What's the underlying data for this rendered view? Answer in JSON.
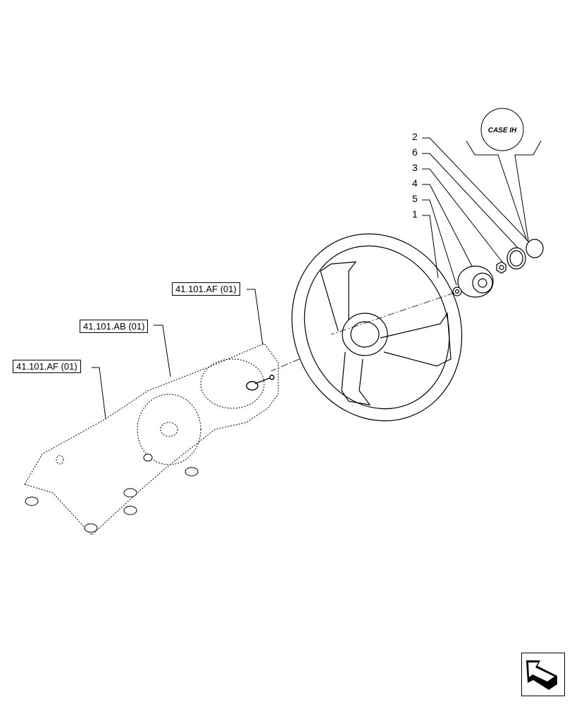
{
  "diagram": {
    "type": "exploded-parts-view",
    "subject": "steering wheel assembly",
    "logo_badge": {
      "text": "CASE IH"
    },
    "callouts": [
      {
        "number": "2",
        "part": "emblem cap"
      },
      {
        "number": "6",
        "part": "ring"
      },
      {
        "number": "3",
        "part": "nut"
      },
      {
        "number": "4",
        "part": "hub cover"
      },
      {
        "number": "5",
        "part": "washer"
      },
      {
        "number": "1",
        "part": "steering wheel"
      }
    ],
    "references": [
      {
        "label": "41.101.AF (01)"
      },
      {
        "label": "41.101.AB (01)"
      },
      {
        "label": "41.101.AF (01)"
      }
    ]
  },
  "navigation": {
    "next_icon": "arrow-return-icon"
  }
}
